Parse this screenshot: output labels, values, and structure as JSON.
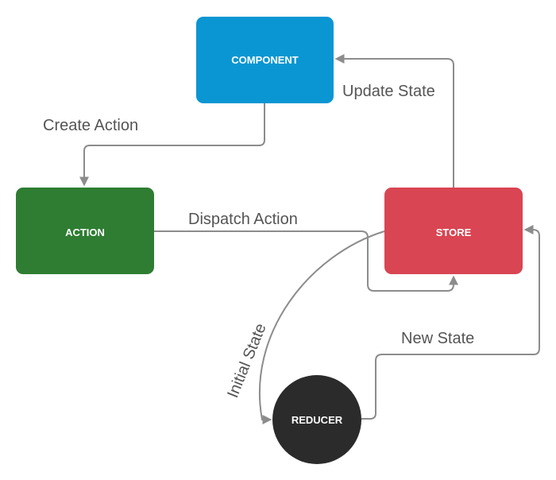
{
  "nodes": {
    "component": {
      "label": "COMPONENT",
      "color": "#0a96d2"
    },
    "action": {
      "label": "ACTION",
      "color": "#2e7d32"
    },
    "store": {
      "label": "STORE",
      "color": "#d94552"
    },
    "reducer": {
      "label": "REDUCER",
      "color": "#2b2b2b"
    }
  },
  "edges": {
    "create_action": "Create Action",
    "update_state": "Update State",
    "dispatch_action": "Dispatch Action",
    "initial_state": "Initial State",
    "new_state": "New State"
  },
  "colors": {
    "edge": "#8c8c8c",
    "edge_text": "#545454"
  }
}
